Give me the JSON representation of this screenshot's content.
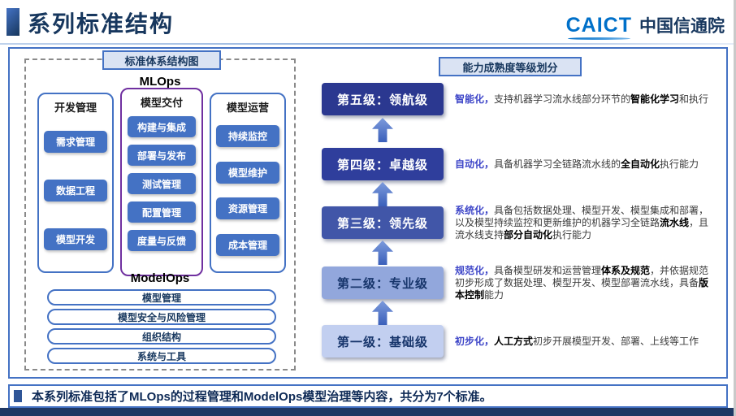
{
  "header": {
    "title": "系列标准结构",
    "logo": {
      "caict": "CAICT",
      "cn": "中国信通院"
    }
  },
  "left_panel": {
    "badge": "标准体系结构图",
    "mlops_label": "MLOps",
    "columns": [
      {
        "title": "开发管理",
        "highlighted": false,
        "items": [
          "需求管理",
          "数据工程",
          "模型开发"
        ]
      },
      {
        "title": "模型交付",
        "highlighted": true,
        "items": [
          "构建与集成",
          "部署与发布",
          "测试管理",
          "配置管理",
          "度量与反馈"
        ]
      },
      {
        "title": "模型运营",
        "highlighted": false,
        "items": [
          "持续监控",
          "模型维护",
          "资源管理",
          "成本管理"
        ]
      }
    ],
    "modelops_label": "ModelOps",
    "modelops_bars": [
      "模型管理",
      "模型安全与风险管理",
      "组织结构",
      "系统与工具"
    ]
  },
  "right_panel": {
    "badge": "能力成熟度等级划分",
    "levels": [
      {
        "name": "第五级：领航级",
        "tone": "l5",
        "segments": [
          {
            "t": "智能化，",
            "s": "kw"
          },
          {
            "t": "支持机器学习流水线部分环节的",
            "s": "n"
          },
          {
            "t": "智能化学习",
            "s": "b"
          },
          {
            "t": "和执行",
            "s": "n"
          }
        ]
      },
      {
        "name": "第四级：卓越级",
        "tone": "l4",
        "segments": [
          {
            "t": "自动化，",
            "s": "kw"
          },
          {
            "t": "具备机器学习全链路流水线的",
            "s": "n"
          },
          {
            "t": "全自动化",
            "s": "b"
          },
          {
            "t": "执行能力",
            "s": "n"
          }
        ]
      },
      {
        "name": "第三级：领先级",
        "tone": "l3",
        "segments": [
          {
            "t": "系统化，",
            "s": "kw"
          },
          {
            "t": "具备包括数据处理、模型开发、模型集成和部署，以及模型持续监控和更新维护的机器学习全链路",
            "s": "n"
          },
          {
            "t": "流水线",
            "s": "b"
          },
          {
            "t": "，且流水线支持",
            "s": "n"
          },
          {
            "t": "部分自动化",
            "s": "b"
          },
          {
            "t": "执行能力",
            "s": "n"
          }
        ]
      },
      {
        "name": "第二级：专业级",
        "tone": "l2",
        "segments": [
          {
            "t": "规范化，",
            "s": "kw"
          },
          {
            "t": "具备模型研发和运营管理",
            "s": "n"
          },
          {
            "t": "体系及规范",
            "s": "b"
          },
          {
            "t": "，并依据规范初步形成了数据处理、模型开发、模型部署流水线，具备",
            "s": "n"
          },
          {
            "t": "版本控制",
            "s": "b"
          },
          {
            "t": "能力",
            "s": "n"
          }
        ]
      },
      {
        "name": "第一级：基础级",
        "tone": "l1",
        "segments": [
          {
            "t": "初步化，",
            "s": "kw"
          },
          {
            "t": "人工方式",
            "s": "b"
          },
          {
            "t": "初步开展模型开发、部署、上线等工作",
            "s": "n"
          }
        ]
      }
    ]
  },
  "footer": {
    "text": "本系列标准包括了MLOps的过程管理和ModelOps模型治理等内容，共分为7个标准。"
  },
  "colors": {
    "accent_blue": "#4472C4",
    "navy": "#17375E",
    "purple_highlight": "#7030A0",
    "keyword_blue": "#3E46C8",
    "level_dark": "#2B3890",
    "level_mid": "#4156A8",
    "level_light": "#92A7DC",
    "level_lighter": "#C2CFF0"
  }
}
